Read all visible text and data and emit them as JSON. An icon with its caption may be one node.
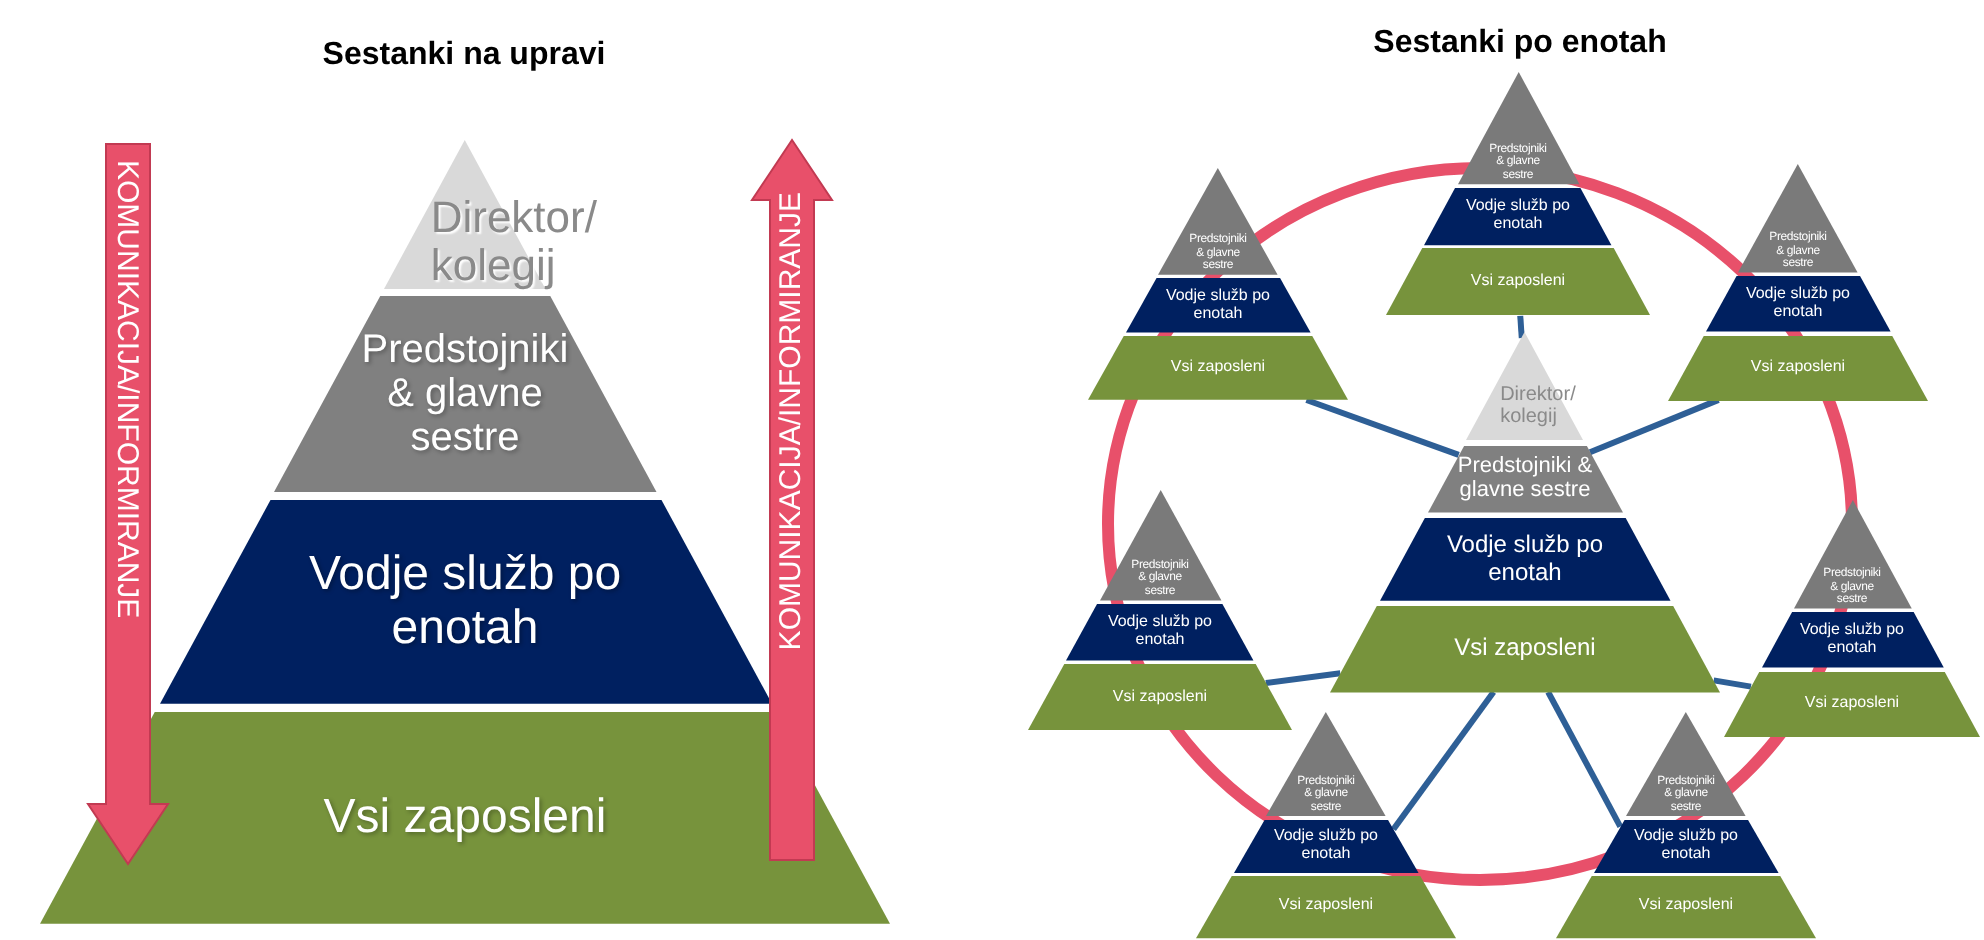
{
  "diagram": {
    "nodes": [
      {
        "text": [
          "Direktor/ kolegij"
        ]
      },
      {
        "text": [
          "Predstojniki & glavne sestre"
        ]
      },
      {
        "text": [
          "Vodje služb po enotah"
        ]
      },
      {
        "text": [
          "Vsi zaposleni"
        ]
      },
      {
        "text": [
          "Direktor/ kolegij"
        ]
      },
      {
        "text": [
          "Predstojniki & glavne sestre"
        ]
      },
      {
        "text": [
          "Vodje služb po enotah"
        ]
      },
      {
        "text": [
          "Vsi zaposleni"
        ]
      },
      {
        "text": [
          "Predstojniki & glavne sestre"
        ]
      },
      {
        "text": [
          "Vodje služb po enotah"
        ]
      },
      {
        "text": [
          "Vsi zaposleni"
        ]
      },
      {
        "text": [
          "Predstojniki & glavne sestre"
        ]
      },
      {
        "text": [
          "Vodje služb po enotah"
        ]
      },
      {
        "text": [
          "Vsi zaposleni"
        ]
      },
      {
        "text": [
          "Predstojniki & glavne sestre"
        ]
      },
      {
        "text": [
          "Vodje služb po enotah"
        ]
      },
      {
        "text": [
          "Vsi zaposleni"
        ]
      },
      {
        "text": [
          "Predstojniki & glavne sestre"
        ]
      },
      {
        "text": [
          "Vodje služb po enotah"
        ]
      },
      {
        "text": [
          "Vsi zaposleni"
        ]
      },
      {
        "text": [
          "Predstojniki & glavne sestre"
        ]
      },
      {
        "text": [
          "Vodje služb po enotah"
        ]
      },
      {
        "text": [
          "Vsi zaposleni"
        ]
      },
      {
        "text": [
          "Predstojniki & glavne sestre"
        ]
      },
      {
        "text": [
          "Vodje služb po enotah"
        ]
      },
      {
        "text": [
          "Vsi zaposleni"
        ]
      },
      {
        "text": [
          "Predstojniki & glavne sestre"
        ]
      },
      {
        "text": [
          "Vodje služb po enotah"
        ]
      },
      {
        "text": [
          "Vsi zaposleni"
        ]
      }
    ],
    "edges": [
      {
        "from": 4,
        "to": 10,
        "arrow": "none"
      },
      {
        "from": 5,
        "to": 13,
        "arrow": "none"
      },
      {
        "from": 5,
        "to": 16,
        "arrow": "none"
      },
      {
        "from": 7,
        "to": 19,
        "arrow": "none"
      },
      {
        "from": 7,
        "to": 22,
        "arrow": "none"
      },
      {
        "from": 7,
        "to": 24,
        "arrow": "none"
      },
      {
        "from": 7,
        "to": 27,
        "arrow": "none"
      }
    ],
    "labels": [
      "Sestanki na upravi",
      "Sestanki po enotah",
      "KOMUNIKACIJA/INFORMIRANJE",
      "KOMUNIKACIJA/INFORMIRANJE"
    ]
  }
}
